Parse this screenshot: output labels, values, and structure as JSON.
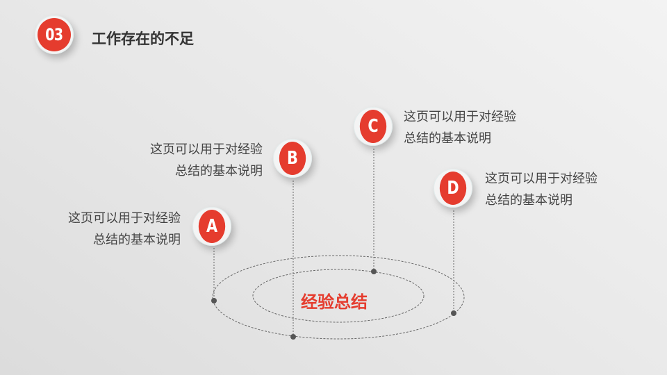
{
  "header": {
    "section_number": "03",
    "title": "工作存在的不足"
  },
  "center": {
    "label": "经验总结"
  },
  "items": [
    {
      "letter": "A",
      "line1": "这页可以用于对经验",
      "line2": "总结的基本说明"
    },
    {
      "letter": "B",
      "line1": "这页可以用于对经验",
      "line2": "总结的基本说明"
    },
    {
      "letter": "C",
      "line1": "这页可以用于对经验",
      "line2": "总结的基本说明"
    },
    {
      "letter": "D",
      "line1": "这页可以用于对经验",
      "line2": "总结的基本说明"
    }
  ],
  "colors": {
    "accent": "#e53c2e",
    "text": "#444444",
    "title": "#333333",
    "line": "#555555"
  }
}
